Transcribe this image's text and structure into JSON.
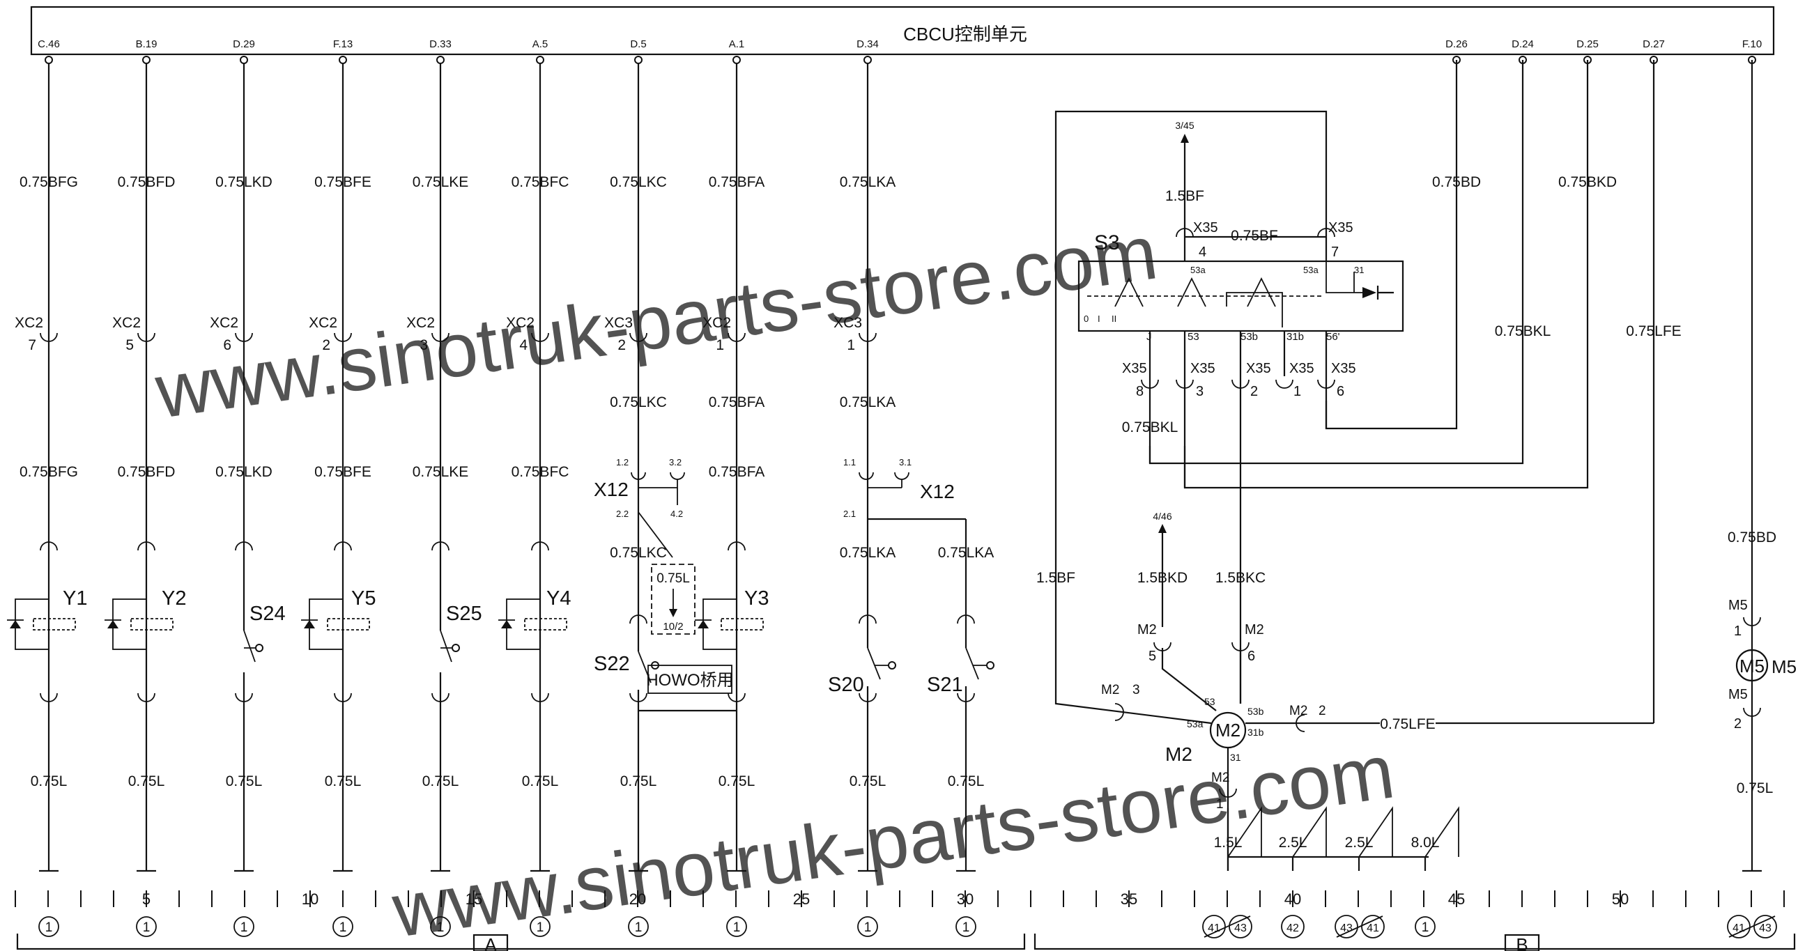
{
  "title": "CBCU控制单元",
  "top_pins": {
    "c1": "C.46",
    "c2": "B.19",
    "c3": "D.29",
    "c4": "F.13",
    "c5": "D.33",
    "c6": "A.5",
    "c7": "D.5",
    "c8": "A.1",
    "c9": "D.34",
    "r1": "D.26",
    "r2": "D.24",
    "r3": "D.25",
    "r4": "D.27",
    "r5": "F.10"
  },
  "wires": {
    "c1": "0.75BFG",
    "c2": "0.75BFD",
    "c3": "0.75LKD",
    "c4": "0.75BFE",
    "c5": "0.75LKE",
    "c6": "0.75BFC",
    "c7": "0.75LKC",
    "c8": "0.75BFA",
    "c9": "0.75LKA",
    "r1": "0.75BD",
    "r3": "0.75BKD",
    "r2": "0.75BKL",
    "r4": "0.75LFE",
    "r5": "0.75BD",
    "ground": "0.75L",
    "bf": "0.75BF",
    "bf15": "1.5BF",
    "bkd15": "1.5BKD",
    "bkc15": "1.5BKC",
    "bf15b": "1.5BF",
    "dash": "0.75L",
    "g1": "1.5L",
    "g2": "2.5L",
    "g3": "2.5L",
    "g4": "8.0L"
  },
  "connectors": {
    "xc2": "XC2",
    "xc3": "XC3",
    "x35": "X35",
    "x12": "X12",
    "m2": "M2",
    "m5": "M5",
    "pins": {
      "c1": "7",
      "c2": "5",
      "c3": "6",
      "c4": "2",
      "c5": "3",
      "c6": "4",
      "c7": "2",
      "c8": "1",
      "c9": "1",
      "x35a": "4",
      "x35b": "7",
      "x35c": "8",
      "x35d": "3",
      "x35e": "2",
      "x35f": "1",
      "x35g": "6",
      "m2a": "5",
      "m2b": "6",
      "m2c": "3",
      "m2d": "2",
      "m2e": "1",
      "m5a": "1",
      "m5b": "2"
    },
    "x12pins": {
      "a": "1.2",
      "b": "3.2",
      "c": "2.2",
      "d": "4.2",
      "e": "1.1",
      "f": "3.1",
      "g": "2.1"
    }
  },
  "components": {
    "y1": "Y1",
    "y2": "Y2",
    "s24": "S24",
    "y5": "Y5",
    "s25": "S25",
    "y4": "Y4",
    "y3": "Y3",
    "s22": "S22",
    "howo": "HOWO桥用",
    "s20": "S20",
    "s21": "S21",
    "s3": "S3",
    "m2": "M2",
    "m5": "M5",
    "ref": "10/2"
  },
  "s3_terms": {
    "a": "53a",
    "b": "53a",
    "c": "31",
    "d": "0",
    "e": "I",
    "f": "II",
    "g": "J",
    "h": "53",
    "i": "53b",
    "j": "31b",
    "k": "56'"
  },
  "m2_terms": {
    "a": "53",
    "b": "53b",
    "c": "53a",
    "d": "31b",
    "e": "31"
  },
  "refs": {
    "up1": "3/45",
    "up2": "4/46"
  },
  "ruler": [
    "5",
    "10",
    "15",
    "20",
    "25",
    "30",
    "35",
    "40",
    "45",
    "50"
  ],
  "circles": [
    "1",
    "1",
    "1",
    "1",
    "1",
    "1",
    "1",
    "1",
    "1",
    "1",
    "41",
    "43",
    "42",
    "43",
    "41",
    "1",
    "41",
    "43"
  ],
  "groups": {
    "a": "A",
    "b": "B"
  },
  "watermark": "www.sinotruk-parts-store.com"
}
